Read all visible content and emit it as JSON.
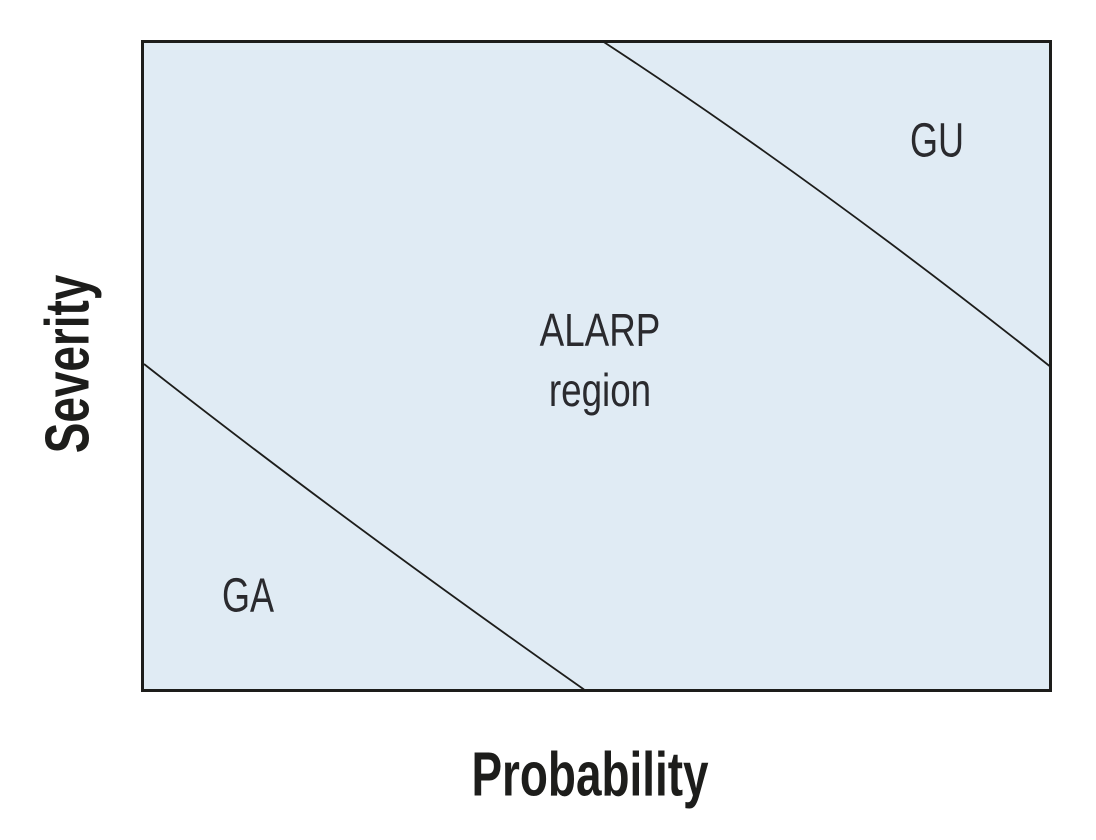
{
  "diagram": {
    "type": "alarp-risk-region-diagram",
    "axes": {
      "x": "Probability",
      "y": "Severity"
    },
    "regions": {
      "ga": {
        "label": "GA"
      },
      "alarp": {
        "label_line1": "ALARP",
        "label_line2": "region"
      },
      "gu": {
        "label": "GU"
      }
    },
    "colors": {
      "region_fill": "#e0ebf4",
      "line_stroke": "#1d1d1b",
      "label_text": "#2a2a2e",
      "axis_label_text": "#1d1d1b",
      "background": "#ffffff"
    }
  }
}
